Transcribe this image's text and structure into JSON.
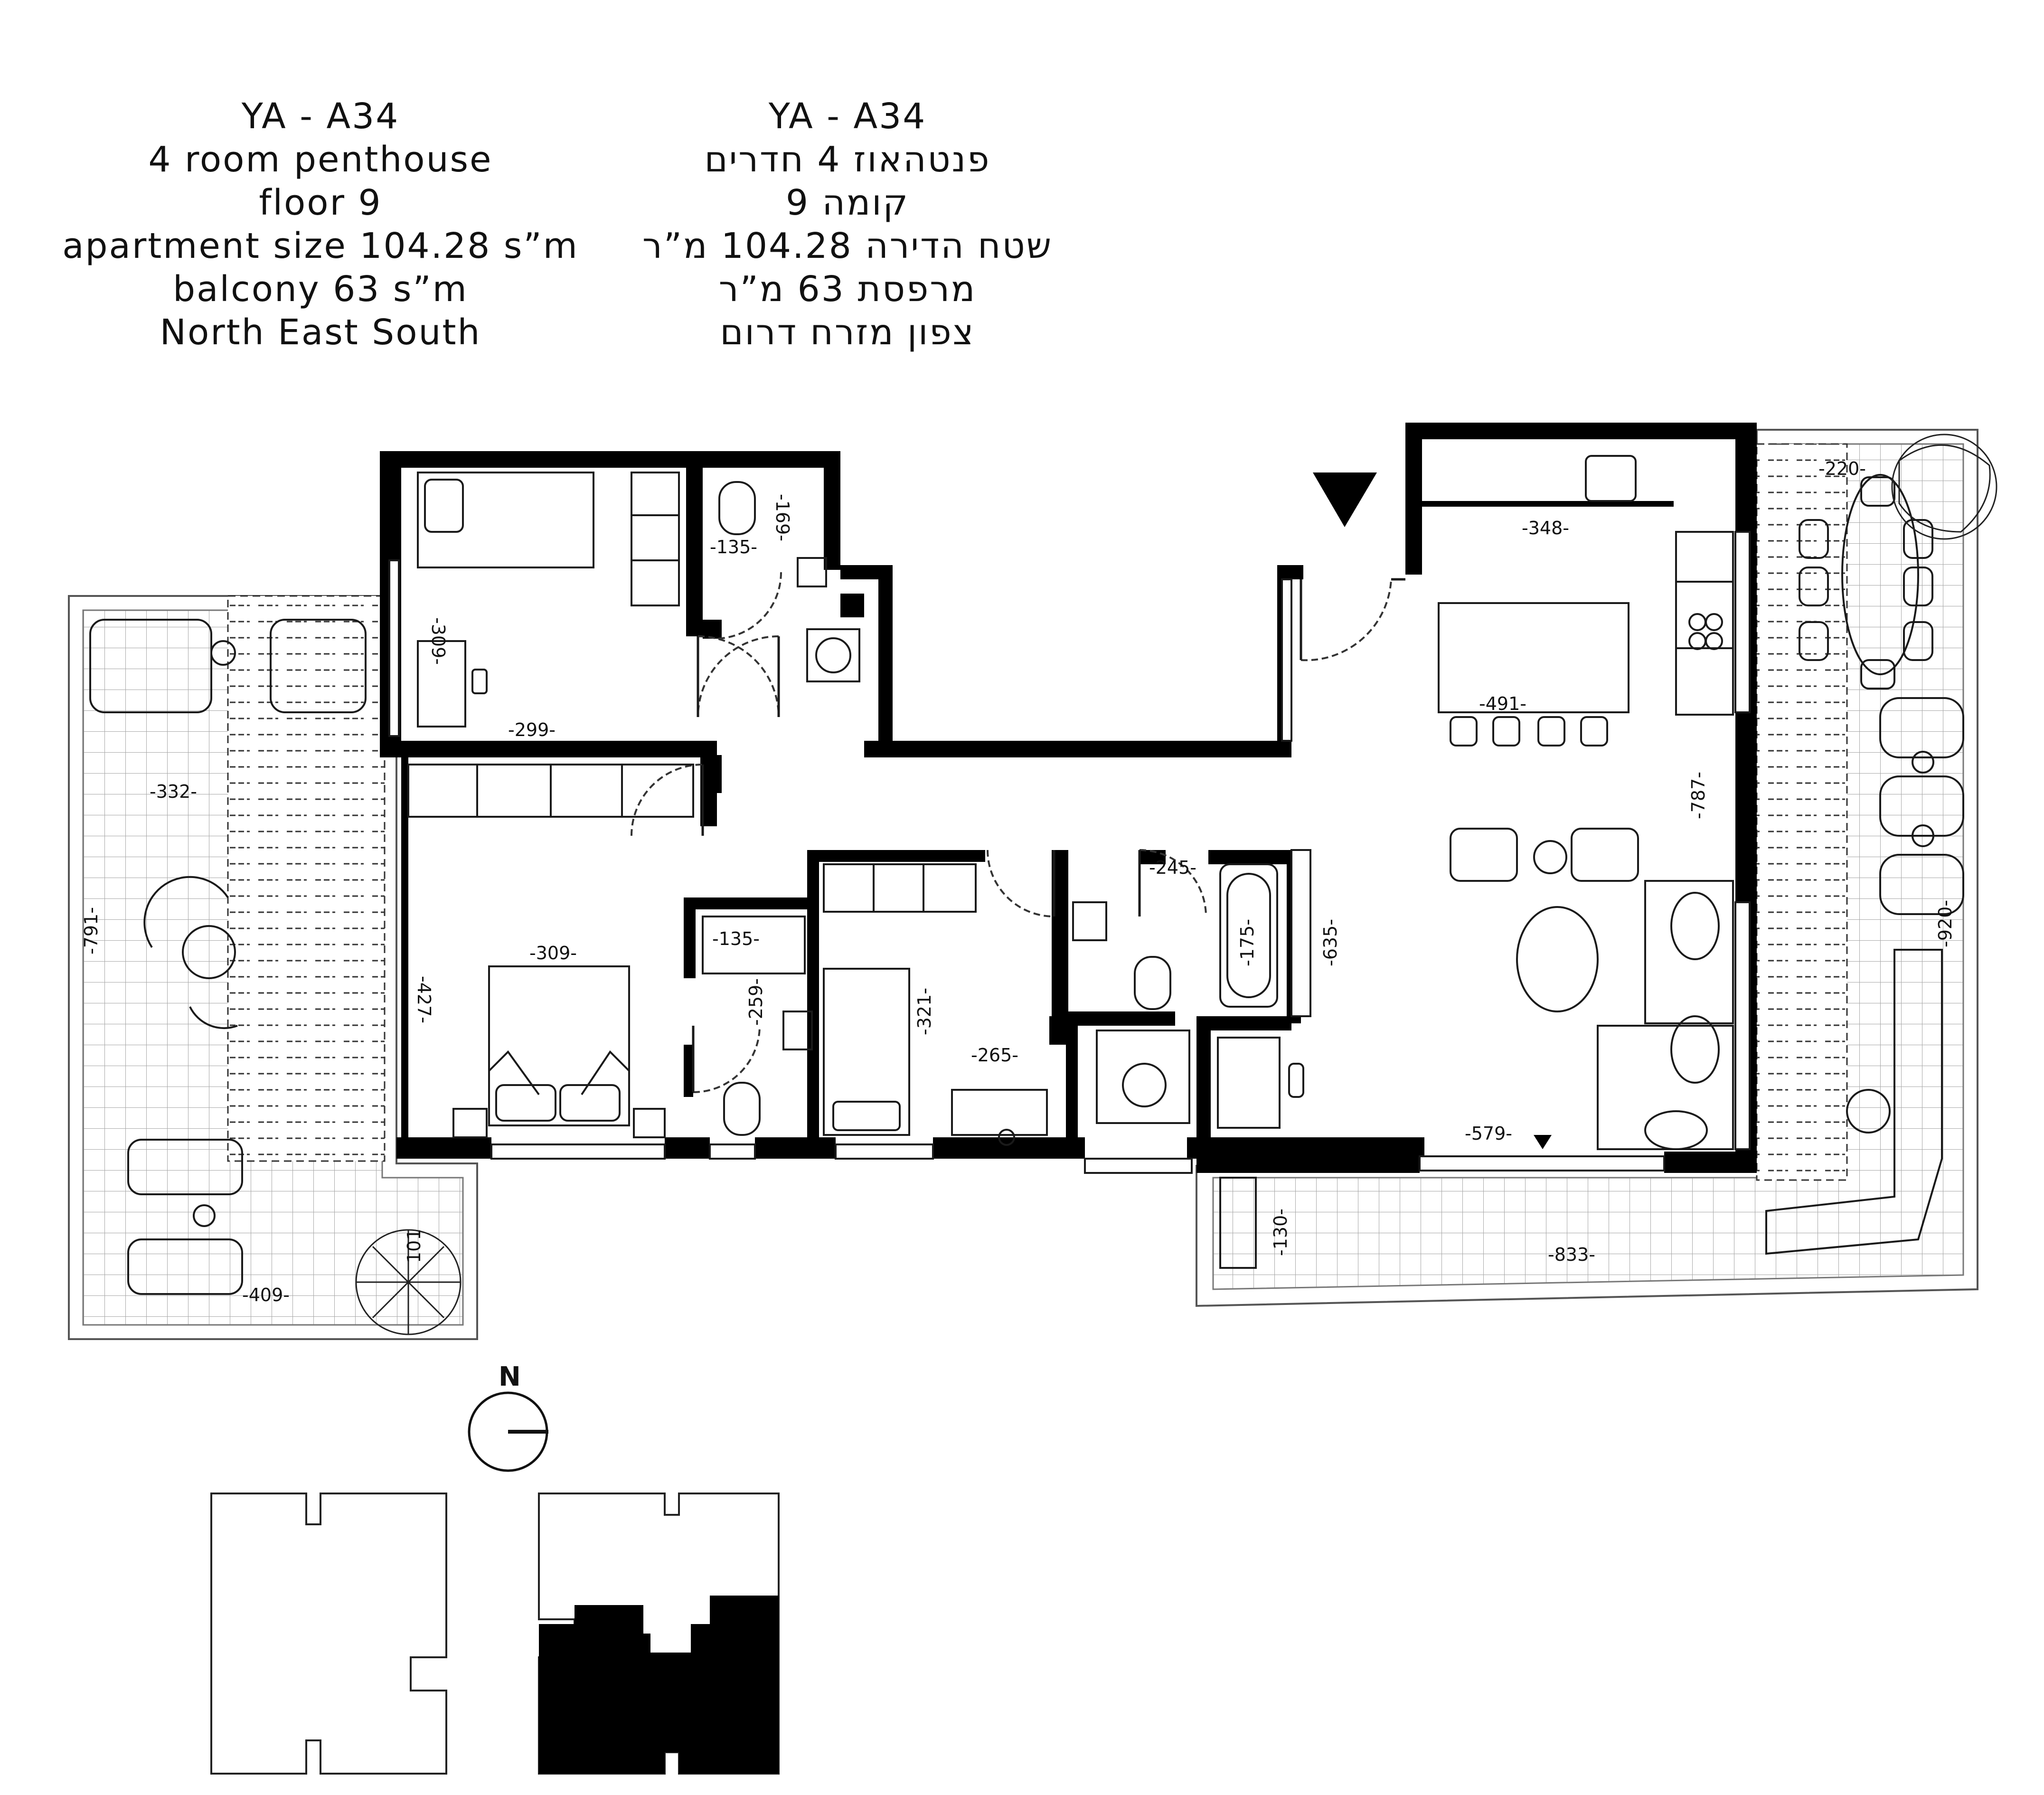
{
  "title_english": {
    "code": "YA - A34",
    "type": "4 room penthouse",
    "floor": "floor 9",
    "size": "apartment size 104.28 s”m",
    "balcony": "balcony 63 s”m",
    "orientation": "North East South"
  },
  "title_hebrew": {
    "code": "YA - A34",
    "type": "פנטהאוז 4 חדרים",
    "floor": "קומה 9",
    "size": "שטח הדירה  104.28 מ”ר",
    "balcony": "מרפסת 63 מ”ר",
    "orientation": "צפון מזרח דרום"
  },
  "dimensions": {
    "bedroom_top_width": "-299-",
    "bedroom_top_height": "-309-",
    "bath_top_width": "-135-",
    "bath_top_height": "-169-",
    "west_balcony_width": "-332-",
    "west_balcony_height": "-791-",
    "west_balcony_bottom": "-409-",
    "planter": "101",
    "master_width": "-309-",
    "master_height": "-427-",
    "ensuite_width": "-135-",
    "ensuite_height": "-259-",
    "bedroom3_height": "-321-",
    "bedroom3_width": "-265-",
    "bath_main_width": "-245-",
    "bath_main_height": "-175-",
    "hall_height": "-635-",
    "kitchen_width": "-348-",
    "dining_width": "-491-",
    "living_height": "-787-",
    "living_width": "-579-",
    "east_balcony_top": "-220-",
    "east_balcony_height": "-920-",
    "south_balcony_width": "-833-",
    "south_balcony_height": "-130-"
  },
  "compass": {
    "label": "N"
  },
  "colors": {
    "wall": "#000000",
    "line": "#1a1a1a",
    "tile": "#9a9a9a",
    "highlight": "#000000"
  }
}
